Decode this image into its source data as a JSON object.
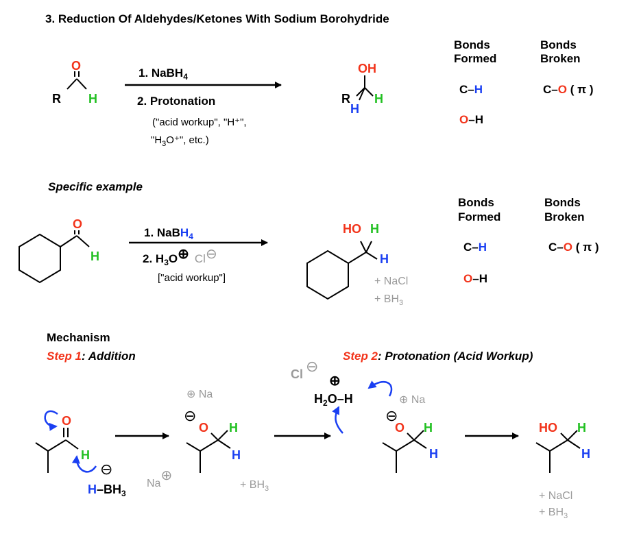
{
  "colors": {
    "black": "#000000",
    "red": "#f2331a",
    "blue": "#1a3ff2",
    "green": "#22c022",
    "gray": "#9a9a9a",
    "arrow_blue": "#1a3ff2"
  },
  "title": "3. Reduction Of Aldehydes/Ketones With Sodium Borohydride",
  "general": {
    "reactant": {
      "O": "O",
      "R": "R",
      "H": "H"
    },
    "reagent1": "1. NaBH",
    "reagent1_sub": "4",
    "reagent2": "2. Protonation",
    "note_line1": "(\"acid workup\", \"H⁺\",",
    "note_line2_a": "\"H",
    "note_line2_sub": "3",
    "note_line2_b": "O⁺\", etc.)",
    "product": {
      "OH": "OH",
      "R": "R",
      "H_blue": "H",
      "H_green": "H"
    },
    "bonds_formed_header_1": "Bonds",
    "bonds_formed_header_2": "Formed",
    "bonds_broken_header_1": "Bonds",
    "bonds_broken_header_2": "Broken",
    "formed_1_a": "C–",
    "formed_1_b": "H",
    "formed_2_a": "O",
    "formed_2_b": "–H",
    "broken_1_a": "C–",
    "broken_1_b": "O",
    "broken_1_c": " ( π )"
  },
  "specific": {
    "heading": "Specific example",
    "reactant": {
      "O": "O",
      "H": "H"
    },
    "reagent1": "1. NaB",
    "reagent1_blue": "H",
    "reagent1_sub": "4",
    "reagent2": "2. H",
    "reagent2_sub": "3",
    "reagent2_b": "O",
    "reagent2_plus": "⊕",
    "reagent2_cl": "Cl",
    "reagent2_minus": "⊖",
    "note": "[\"acid workup\"]",
    "product": {
      "HO": "HO",
      "H_green": "H",
      "H_blue": "H"
    },
    "byproduct1": "+ NaCl",
    "byproduct2": "+ BH",
    "byproduct2_sub": "3",
    "bonds_formed_header_1": "Bonds",
    "bonds_formed_header_2": "Formed",
    "bonds_broken_header_1": "Bonds",
    "bonds_broken_header_2": "Broken",
    "formed_1_a": "C–",
    "formed_1_b": "H",
    "formed_2_a": "O",
    "formed_2_b": "–H",
    "broken_1_a": "C–",
    "broken_1_b": "O",
    "broken_1_c": " ( π )"
  },
  "mechanism": {
    "heading": "Mechanism",
    "step1_a": "Step 1",
    "step1_b": ": Addition",
    "step2_a": "Step 2",
    "step2_b": ": Protonation (Acid Workup)",
    "s1_O": "O",
    "s1_H": "H",
    "s1_minus": "⊖",
    "s1_HB_H": "H",
    "s1_HB_rest": "–BH",
    "s1_HB_sub": "3",
    "s1_na": "Na",
    "s1_na_plus": "⊕",
    "int_plus_na": "⊕ Na",
    "int_minus": "⊖",
    "int_O": "O",
    "int_H_green": "H",
    "int_H_blue": "H",
    "int_bh3": "+ BH",
    "int_bh3_sub": "3",
    "cl": "Cl",
    "cl_minus": "⊖",
    "h3o_plus": "⊕",
    "h3o_a": "H",
    "h3o_sub": "2",
    "h3o_b": "O–H",
    "s2_plus_na": "⊕ Na",
    "s2_minus": "⊖",
    "s2_O": "O",
    "s2_H_green": "H",
    "s2_H_blue": "H",
    "prod_HO": "HO",
    "prod_H_green": "H",
    "prod_H_blue": "H",
    "prod_nacl": "+ NaCl",
    "prod_bh3": "+ BH",
    "prod_bh3_sub": "3"
  }
}
